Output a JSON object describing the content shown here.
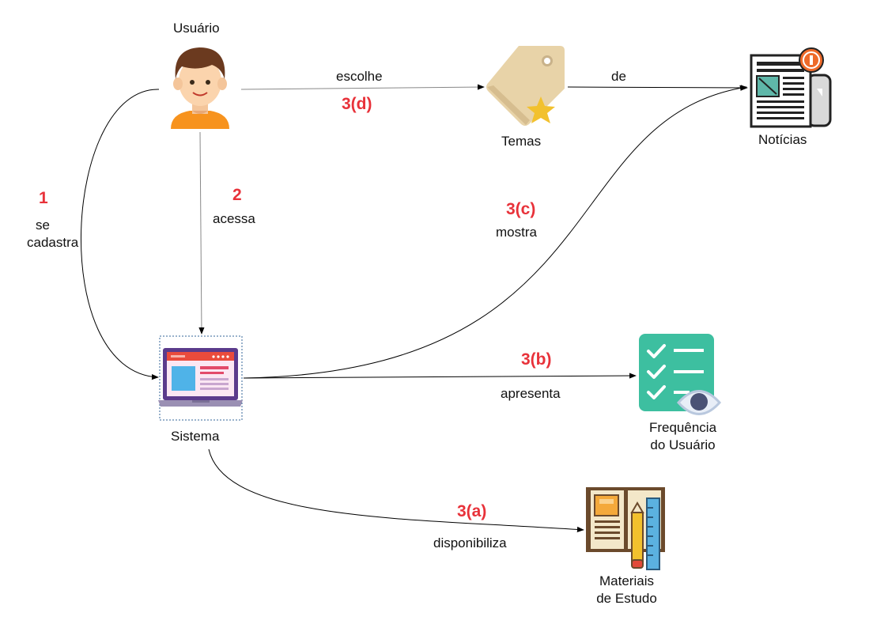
{
  "nodes": {
    "usuario": {
      "label": "Usuário",
      "icon": "user-avatar-icon"
    },
    "temas": {
      "label": "Temas",
      "icon": "tag-star-icon"
    },
    "noticias": {
      "label": "Notícias",
      "icon": "newspaper-icon"
    },
    "sistema": {
      "label": "Sistema",
      "icon": "laptop-icon"
    },
    "frequencia": {
      "label_line1": "Frequência",
      "label_line2": "do Usuário",
      "icon": "checklist-eye-icon"
    },
    "materiais": {
      "label_line1": "Materiais",
      "label_line2": "de Estudo",
      "icon": "books-ruler-pencil-icon"
    }
  },
  "edges": {
    "cadastra": {
      "step": "1",
      "label_line1": "se",
      "label_line2": "cadastra"
    },
    "acessa": {
      "step": "2",
      "label": "acessa"
    },
    "escolhe": {
      "step": "3(d)",
      "label": "escolhe"
    },
    "de": {
      "label": "de"
    },
    "mostra": {
      "step": "3(c)",
      "label": "mostra"
    },
    "apresenta": {
      "step": "3(b)",
      "label": "apresenta"
    },
    "disponibiliza": {
      "step": "3(a)",
      "label": "disponibiliza"
    }
  },
  "colors": {
    "step_number": "#e8323a",
    "edge": "#000000",
    "edge_gray": "#888888"
  }
}
